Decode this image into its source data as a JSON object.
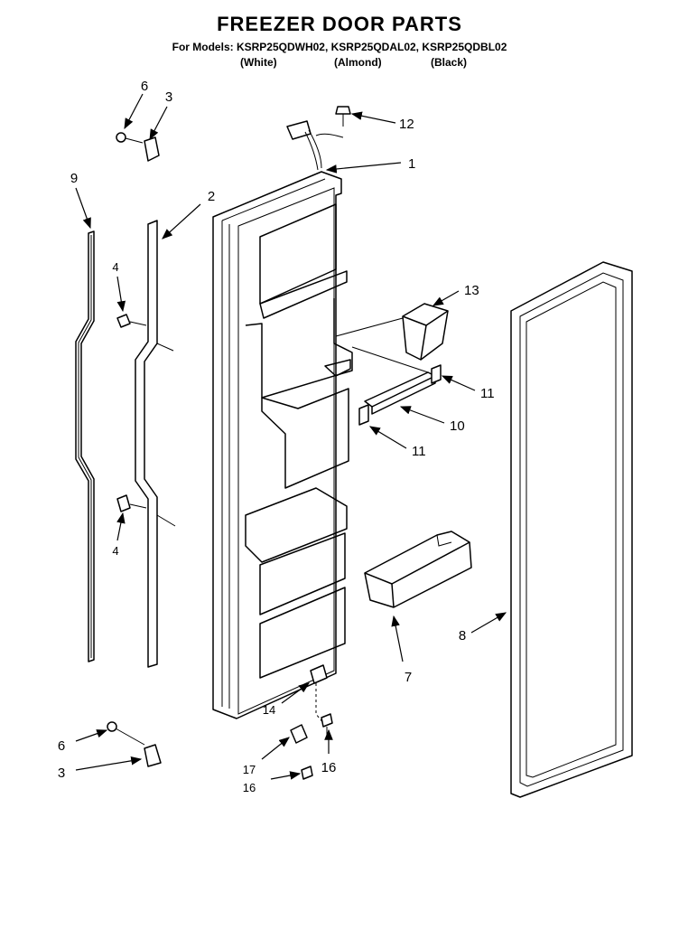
{
  "header": {
    "title": "FREEZER DOOR PARTS",
    "models_line": "For Models: KSRP25QDWH02, KSRP25QDAL02, KSRP25QDBL02",
    "color_white": "(White)",
    "color_almond": "(Almond)",
    "color_black": "(Black)"
  },
  "callouts": {
    "c1": "1",
    "c2": "2",
    "c3a": "3",
    "c3b": "3",
    "c4a": "4",
    "c4b": "4",
    "c6a": "6",
    "c6b": "6",
    "c7": "7",
    "c8": "8",
    "c9": "9",
    "c10": "10",
    "c11a": "11",
    "c11b": "11",
    "c12": "12",
    "c13": "13",
    "c14": "14",
    "c16a": "16",
    "c16b": "16",
    "c17": "17"
  }
}
